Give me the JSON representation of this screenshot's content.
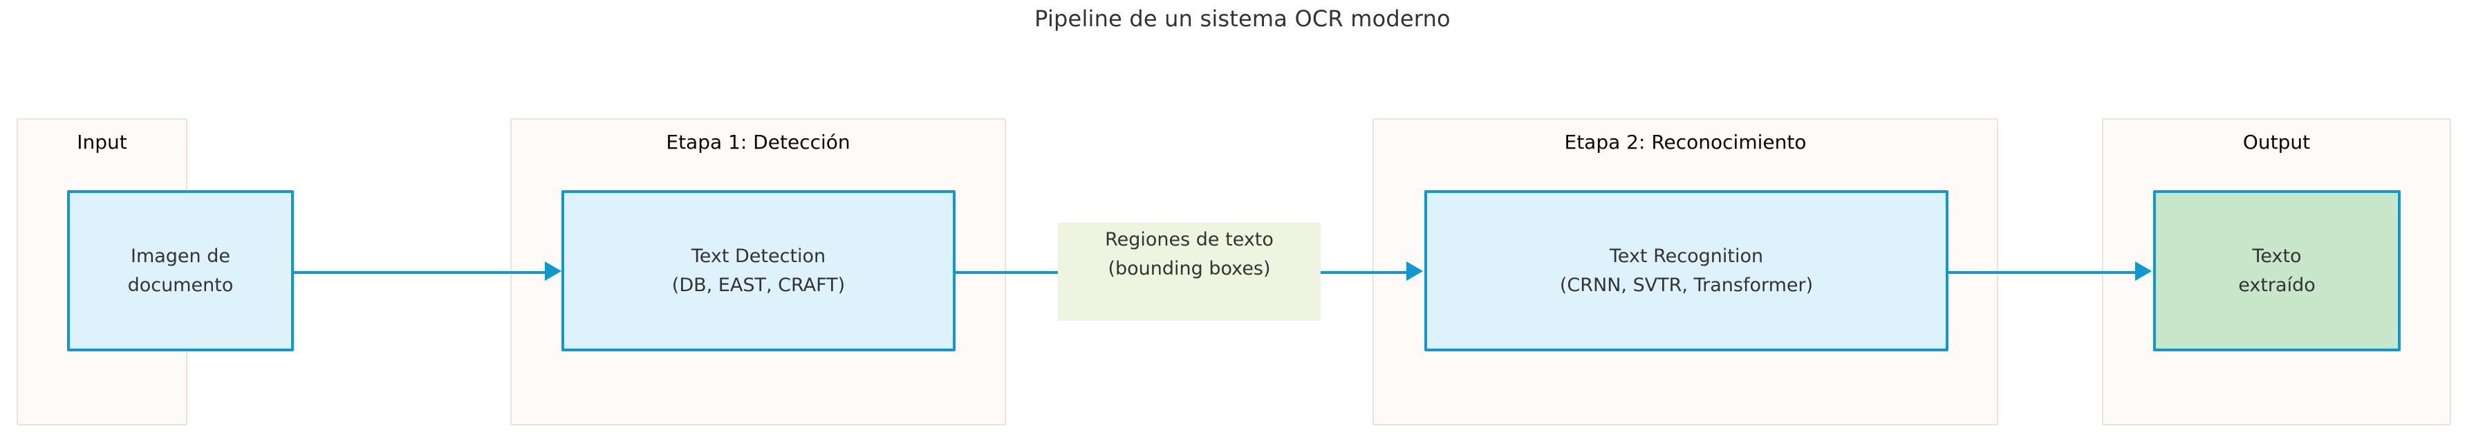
{
  "title": "Pipeline de un sistema OCR moderno",
  "colors": {
    "node_border": "#1098d0",
    "node_fill_blue": "#def2fb",
    "node_fill_green": "#c8e6c9",
    "cluster_fill": "#fdfaf8",
    "cluster_border": "#ece3e0",
    "edge": "#1098d0",
    "edge_label_fill": "#eef4e0",
    "text": "#333333",
    "cluster_title_text": "#070707",
    "background": "#ffffff"
  },
  "clusters": [
    {
      "id": "input",
      "title": "Input"
    },
    {
      "id": "etapa1",
      "title": "Etapa 1: Detección"
    },
    {
      "id": "etapa2",
      "title": "Etapa 2: Reconocimiento"
    },
    {
      "id": "output",
      "title": "Output"
    }
  ],
  "nodes": [
    {
      "id": "imagen-documento",
      "cluster": "input",
      "lines": [
        "Imagen de",
        "documento"
      ],
      "style": "blue"
    },
    {
      "id": "text-detection",
      "cluster": "etapa1",
      "lines": [
        "Text Detection",
        "(DB, EAST, CRAFT)"
      ],
      "style": "blue"
    },
    {
      "id": "text-recognition",
      "cluster": "etapa2",
      "lines": [
        "Text Recognition",
        "(CRNN, SVTR, Transformer)"
      ],
      "style": "blue"
    },
    {
      "id": "texto-extraido",
      "cluster": "output",
      "lines": [
        "Texto",
        "extraído"
      ],
      "style": "green"
    }
  ],
  "edges": [
    {
      "id": "e1",
      "from": "imagen-documento",
      "to": "text-detection",
      "label": null
    },
    {
      "id": "e2",
      "from": "text-detection",
      "to": "text-recognition",
      "label": [
        "Regiones de texto",
        "(bounding boxes)"
      ]
    },
    {
      "id": "e3",
      "from": "text-recognition",
      "to": "texto-extraido",
      "label": null
    }
  ]
}
